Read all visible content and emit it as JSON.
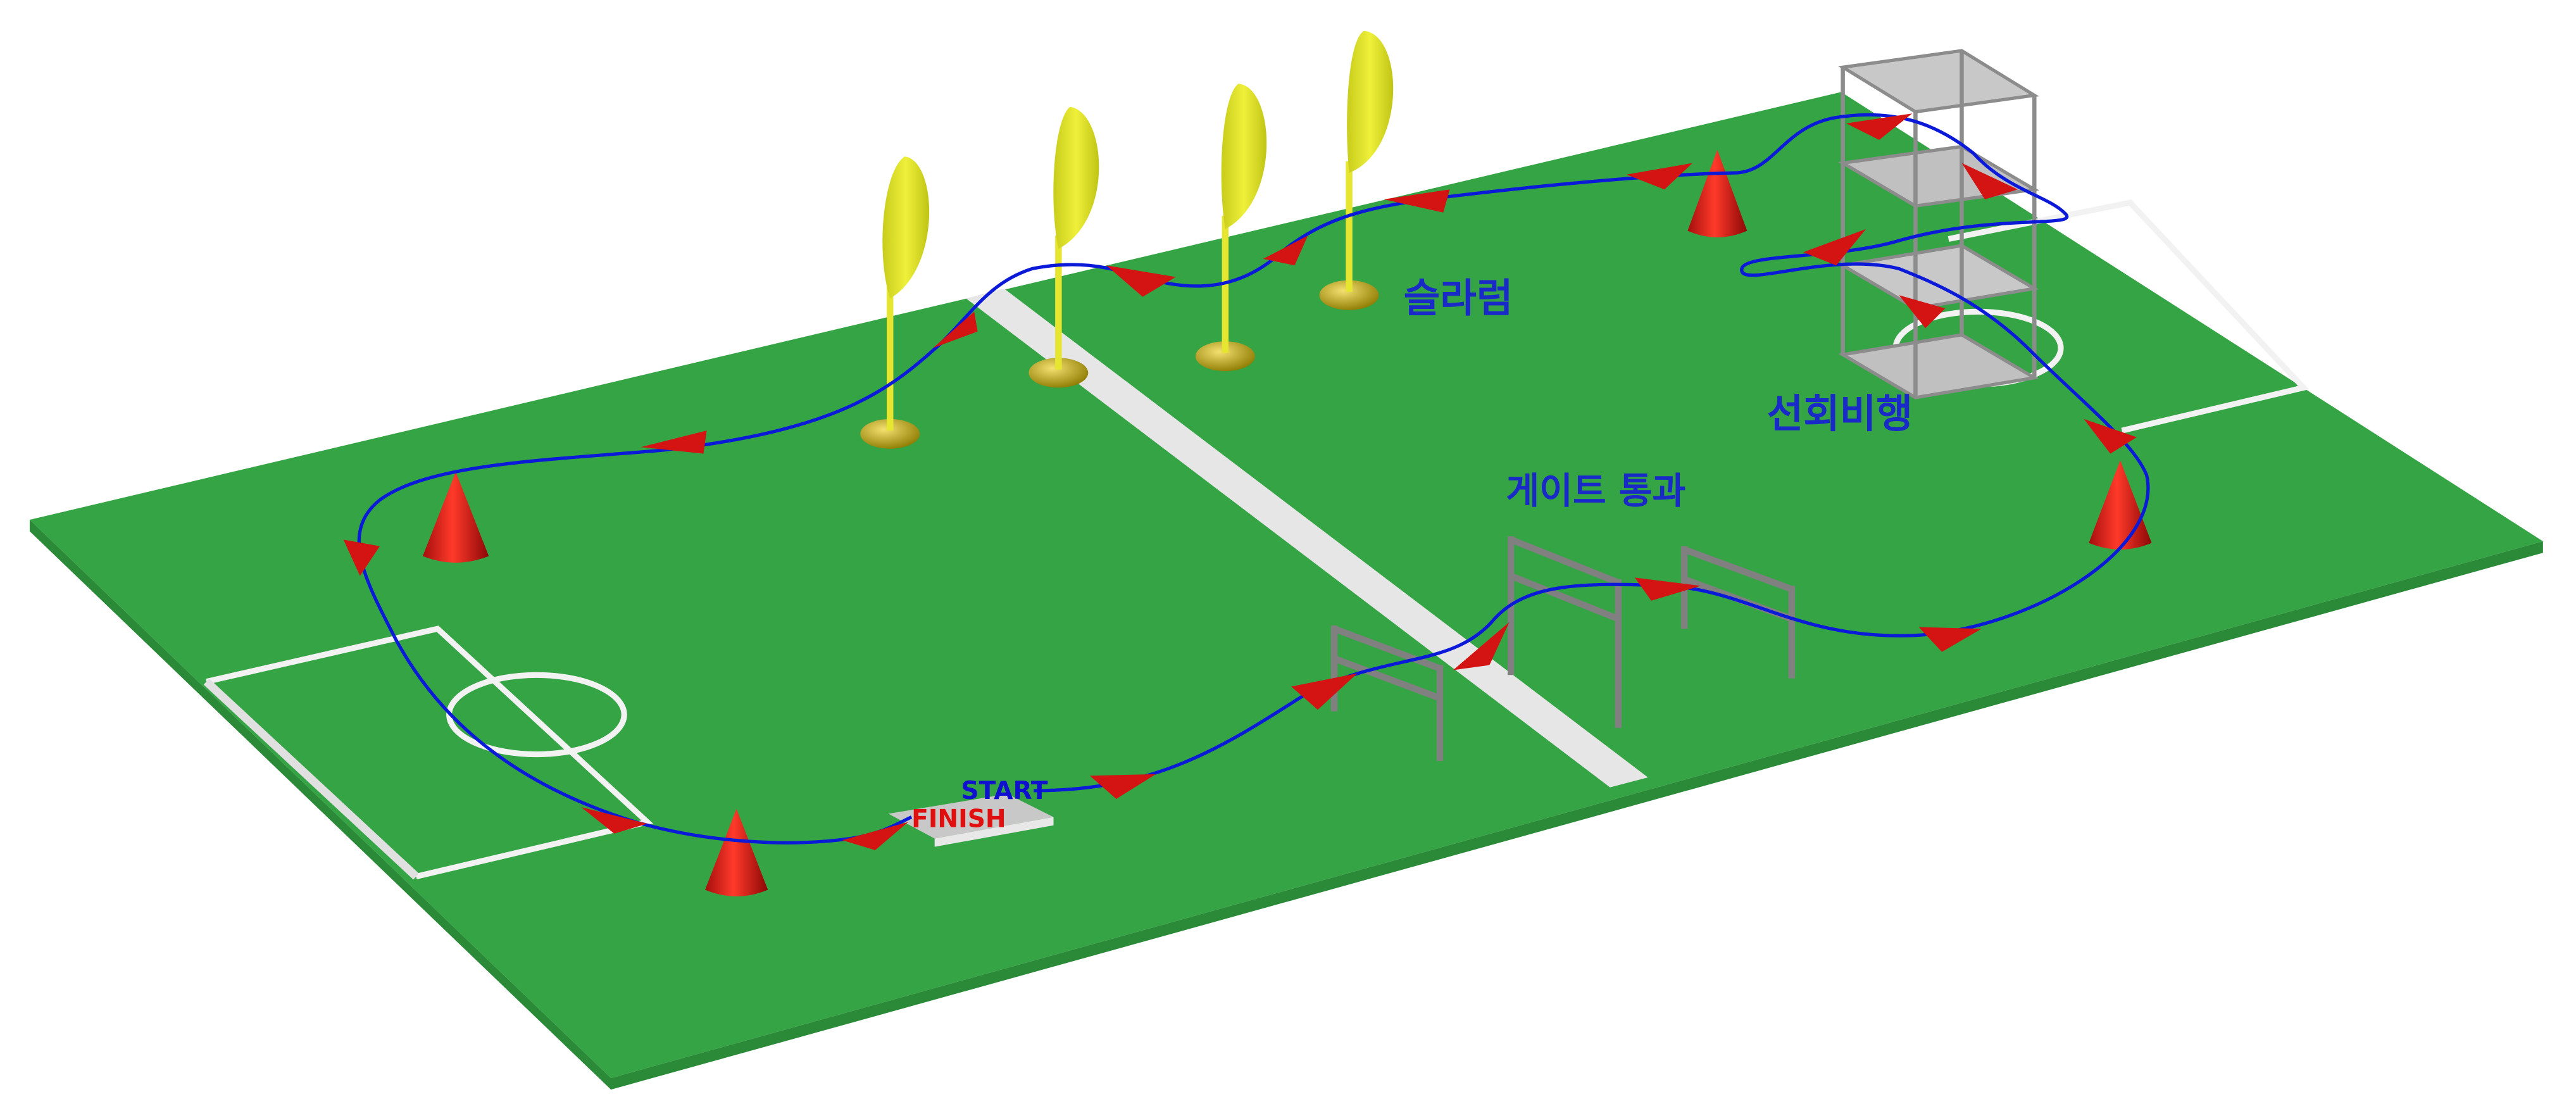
{
  "course": {
    "labels": {
      "start": "START",
      "finish": "FINISH",
      "slalom": "슬라럼",
      "turn": "선회비행",
      "gate": "게이트 통과"
    }
  },
  "colors": {
    "field": "#35a444",
    "field_side": "#2a8a38",
    "line": "#f2f2f2",
    "divider": "#e6e6e6",
    "cone": "#e01a1a",
    "arrow": "#d41313",
    "path": "#0a1ad8",
    "flag": "#dde22b",
    "flag_base": "#b8a600",
    "gate": "#808080",
    "tower_frame": "#8c8c8c",
    "tower_shelf": "#c8c8c8",
    "start_text": "#1010d0",
    "finish_text": "#e01010",
    "label_text": "#1a2ac8"
  },
  "icons": {
    "cone": "cone-icon",
    "flag": "flag-icon",
    "arrow": "direction-arrow-icon",
    "gate": "gate-icon",
    "tower": "tower-icon",
    "pad": "start-pad-icon"
  }
}
